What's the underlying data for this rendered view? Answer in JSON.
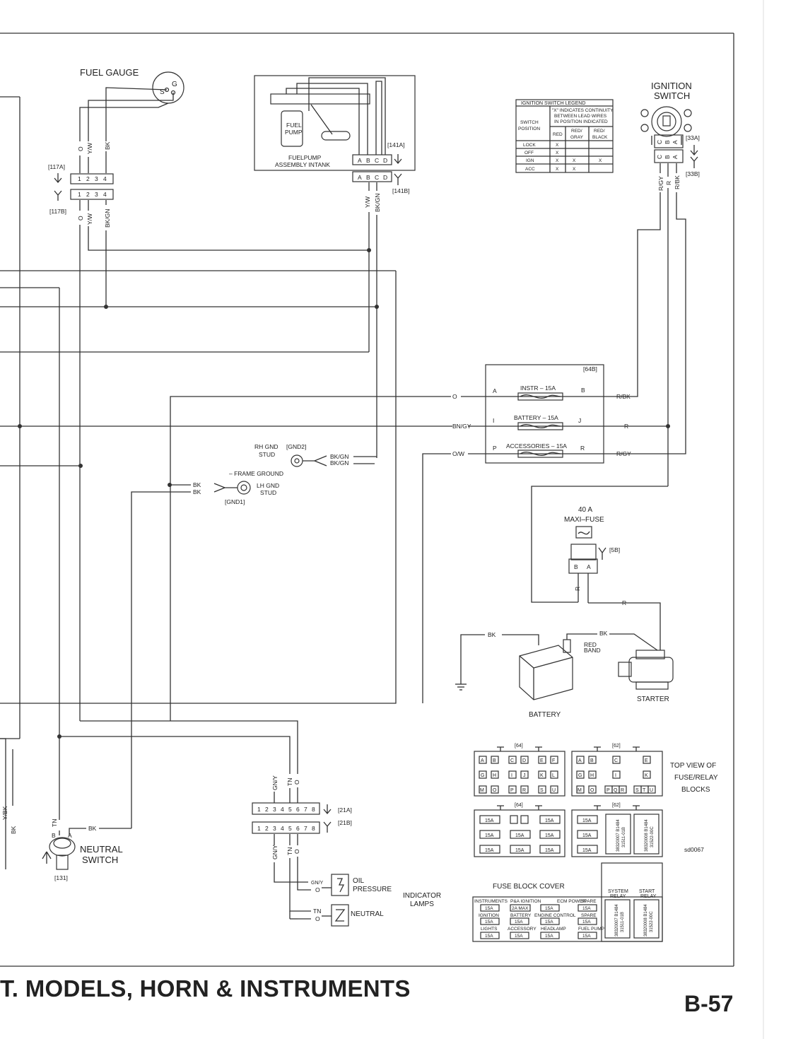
{
  "page": {
    "footer_title": "T. MODELS, HORN & INSTRUMENTS",
    "page_number": "B-57",
    "diagram_id": "sd0067"
  },
  "components": {
    "fuel_gauge": {
      "label": "FUEL GAUGE",
      "pin_s": "S",
      "pin_g": "G"
    },
    "fuel_pump": {
      "label_line1": "FUEL",
      "label_line2": "PUMP",
      "assembly_line1": "FUELPUMP",
      "assembly_line2": "ASSEMBLY INTANK"
    },
    "ignition_switch": {
      "label_line1": "IGNITION",
      "label_line2": "SWITCH"
    },
    "maxi_fuse": {
      "label_line1": "40 A",
      "label_line2": "MAXI–FUSE"
    },
    "battery": {
      "label": "BATTERY",
      "red_band_line1": "RED",
      "red_band_line2": "BAND"
    },
    "starter": {
      "label": "STARTER"
    },
    "neutral_switch": {
      "label_line1": "NEUTRAL",
      "label_line2": "SWITCH",
      "ref": "[131]",
      "pin_b": "B",
      "pin_a": "A"
    },
    "grounds": {
      "rh_line1": "RH GND",
      "rh_line2": "STUD",
      "rh_ref": "[GND2]",
      "frame": "– FRAME GROUND",
      "lh_line1": "LH GND",
      "lh_line2": "STUD",
      "lh_ref": "[GND1]"
    },
    "indicator_lamps": {
      "label_line1": "INDICATOR",
      "label_line2": "LAMPS",
      "oil_line1": "OIL",
      "oil_line2": "PRESSURE",
      "neutral": "NEUTRAL"
    }
  },
  "connectors": {
    "c117a": {
      "ref": "[117A]",
      "pins": [
        "1",
        "2",
        "3",
        "4"
      ]
    },
    "c117b": {
      "ref": "[117B]",
      "pins": [
        "1",
        "2",
        "3",
        "4"
      ]
    },
    "c141a": {
      "ref": "[141A]",
      "pins": [
        "A",
        "B",
        "C",
        "D"
      ]
    },
    "c141b": {
      "ref": "[141B]",
      "pins": [
        "A",
        "B",
        "C",
        "D"
      ]
    },
    "c33a": {
      "ref": "[33A]",
      "pins": [
        "C",
        "B",
        "A"
      ]
    },
    "c33b": {
      "ref": "[33B]",
      "pins": [
        "C",
        "B",
        "A"
      ]
    },
    "c21a": {
      "ref": "[21A]",
      "pins": [
        "1",
        "2",
        "3",
        "4",
        "5",
        "6",
        "7",
        "8"
      ]
    },
    "c21b": {
      "ref": "[21B]",
      "pins": [
        "1",
        "2",
        "3",
        "4",
        "5",
        "6",
        "7",
        "8"
      ]
    },
    "c5b": {
      "ref": "[5B]",
      "pins": [
        "B",
        "A"
      ]
    },
    "c64b": {
      "ref": "[64B]"
    }
  },
  "wire_labels": {
    "o": "O",
    "yw": "Y/W",
    "bk": "BK",
    "bkgn": "BK/GN",
    "rgy": "R/GY",
    "r": "R",
    "rbk": "R/BK",
    "bngy": "BN/GY",
    "ow": "O/W",
    "gny": "GN/Y",
    "tn": "TN",
    "ybk": "Y/BK"
  },
  "fuse_block": {
    "fuses": [
      {
        "pin_in": "A",
        "label": "INSTR – 15A",
        "pin_out": "B"
      },
      {
        "pin_in": "I",
        "label": "BATTERY – 15A",
        "pin_out": "J"
      },
      {
        "pin_in": "P",
        "label": "ACCESSORIES – 15A",
        "pin_out": "R"
      }
    ]
  },
  "ignition_legend": {
    "title": "IGNITION SWITCH LEGEND",
    "note_line1": "\"X\" INDICATES CONTINUITY",
    "note_line2": "BETWEEN LEAD WIRES",
    "note_line3": "IN POSITION INDICATED",
    "col_pos_line1": "SWITCH",
    "col_pos_line2": "POSITION",
    "col_red": "RED",
    "col_redgray_line1": "RED/",
    "col_redgray_line2": "GRAY",
    "col_redblack_line1": "RED/",
    "col_redblack_line2": "BLACK",
    "rows": [
      {
        "position": "LOCK",
        "red": "X",
        "red_gray": "",
        "red_black": ""
      },
      {
        "position": "OFF",
        "red": "X",
        "red_gray": "",
        "red_black": ""
      },
      {
        "position": "IGN",
        "red": "X",
        "red_gray": "X",
        "red_black": "X"
      },
      {
        "position": "ACC",
        "red": "X",
        "red_gray": "X",
        "red_black": ""
      }
    ]
  },
  "top_view": {
    "label_line1": "TOP VIEW OF",
    "label_line2": "FUSE/RELAY",
    "label_line3": "BLOCKS",
    "block64_ref": "[64]",
    "block62_ref": "[62]",
    "block64_rows": [
      [
        "A",
        "B",
        "C",
        "D",
        "E",
        "F"
      ],
      [
        "G",
        "H",
        "I",
        "J",
        "K",
        "L"
      ],
      [
        "M",
        "O",
        "P",
        "R",
        "S",
        "U"
      ]
    ],
    "block62_rows": [
      [
        "A",
        "B",
        "C",
        "E"
      ],
      [
        "G",
        "H",
        "I",
        "K"
      ],
      [
        "M",
        "O",
        "P",
        "Q",
        "R",
        "S",
        "T",
        "U"
      ]
    ],
    "fuse15": "15A",
    "relay1_line1": "38320007 B1484",
    "relay1_line2": "31511-01B",
    "relay2_line1": "38320008 B1484",
    "relay2_line2": "31522-00C"
  },
  "fuse_block_cover": {
    "title": "FUSE BLOCK COVER",
    "system_relay_line1": "SYSTEM",
    "system_relay_line2": "RELAY",
    "start_relay_line1": "START",
    "start_relay_line2": "RELAY",
    "rows": [
      {
        "names": [
          "INSTRUMENTS",
          "P&A IGNITION",
          "ECM POWER",
          "SPARE"
        ],
        "values": [
          "15A",
          "2A MAX",
          "15A",
          "15A"
        ]
      },
      {
        "names": [
          "IGNITION",
          "BATTERY",
          "ENGINE CONTROL",
          "SPARE"
        ],
        "values": [
          "15A",
          "15A",
          "15A",
          "15A"
        ]
      },
      {
        "names": [
          "LIGHTS",
          "ACCESSORY",
          "HEADLAMP",
          "FUEL PUMP"
        ],
        "values": [
          "15A",
          "15A",
          "15A",
          "15A"
        ]
      }
    ]
  }
}
